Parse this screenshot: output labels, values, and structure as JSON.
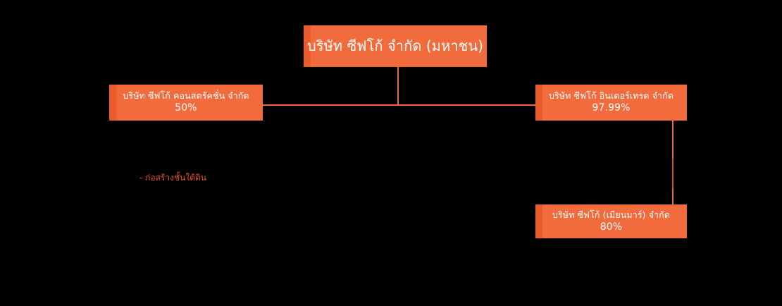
{
  "chart": {
    "type": "org-chart",
    "background_color": "#000000",
    "node_fill_color": "#F16B3C",
    "node_accent_color": "#EA5C2B",
    "connector_color": "#F0643A",
    "node_text_color": "#FFFFFF",
    "annotation_color": "#E8522A"
  },
  "nodes": {
    "parent": {
      "name": "บริษัท ซีฟโก้ จำกัด (มหาชน)",
      "ownership": ""
    },
    "construction": {
      "name": "บริษัท ซีฟโก้ คอนสตรัคชั่น จำกัด",
      "ownership": "50%"
    },
    "intertrade": {
      "name": "บริษัท ซีฟโก้ อินเตอร์เทรด จำกัด",
      "ownership": "97.99%"
    },
    "myanmar": {
      "name": "บริษัท ซีฟโก้ (เมียนมาร์) จำกัด",
      "ownership": "80%"
    }
  },
  "annotation": {
    "text": "- ก่อสร้างชั้นใต้ดิน"
  }
}
